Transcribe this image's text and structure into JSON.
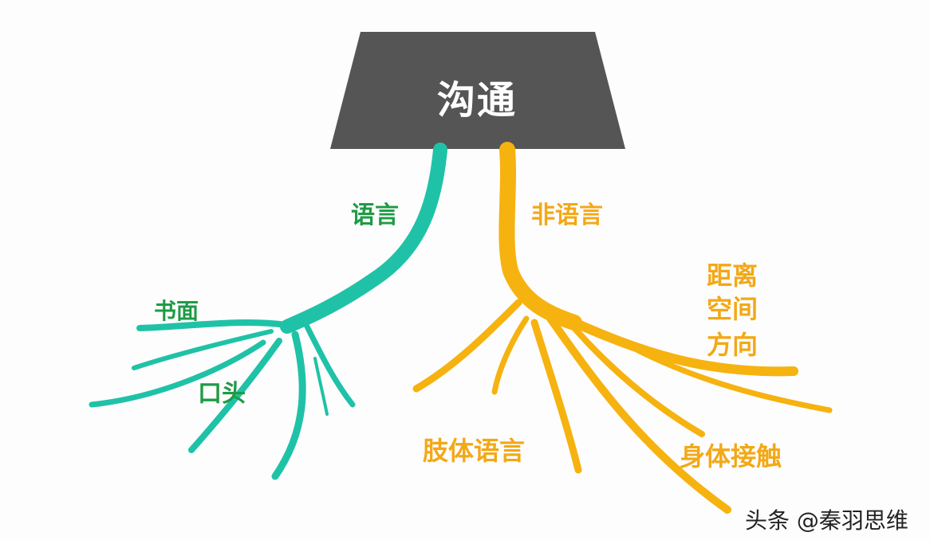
{
  "title": "沟通",
  "branches": {
    "verbal": {
      "label": "语言",
      "children": [
        "书面",
        "口头"
      ]
    },
    "nonverbal": {
      "label": "非语言",
      "children": [
        "肢体语言",
        "身体接触",
        "距离",
        "空间",
        "方向"
      ]
    }
  },
  "watermark": "头条 @秦羽思维",
  "colors": {
    "trunk": "#555555",
    "verbal_root": "#1fc2a7",
    "nonverbal_root": "#f6b20f",
    "verbal_text": "#1e9b45",
    "nonverbal_text": "#f3a817",
    "background": "#fdfdfd"
  }
}
